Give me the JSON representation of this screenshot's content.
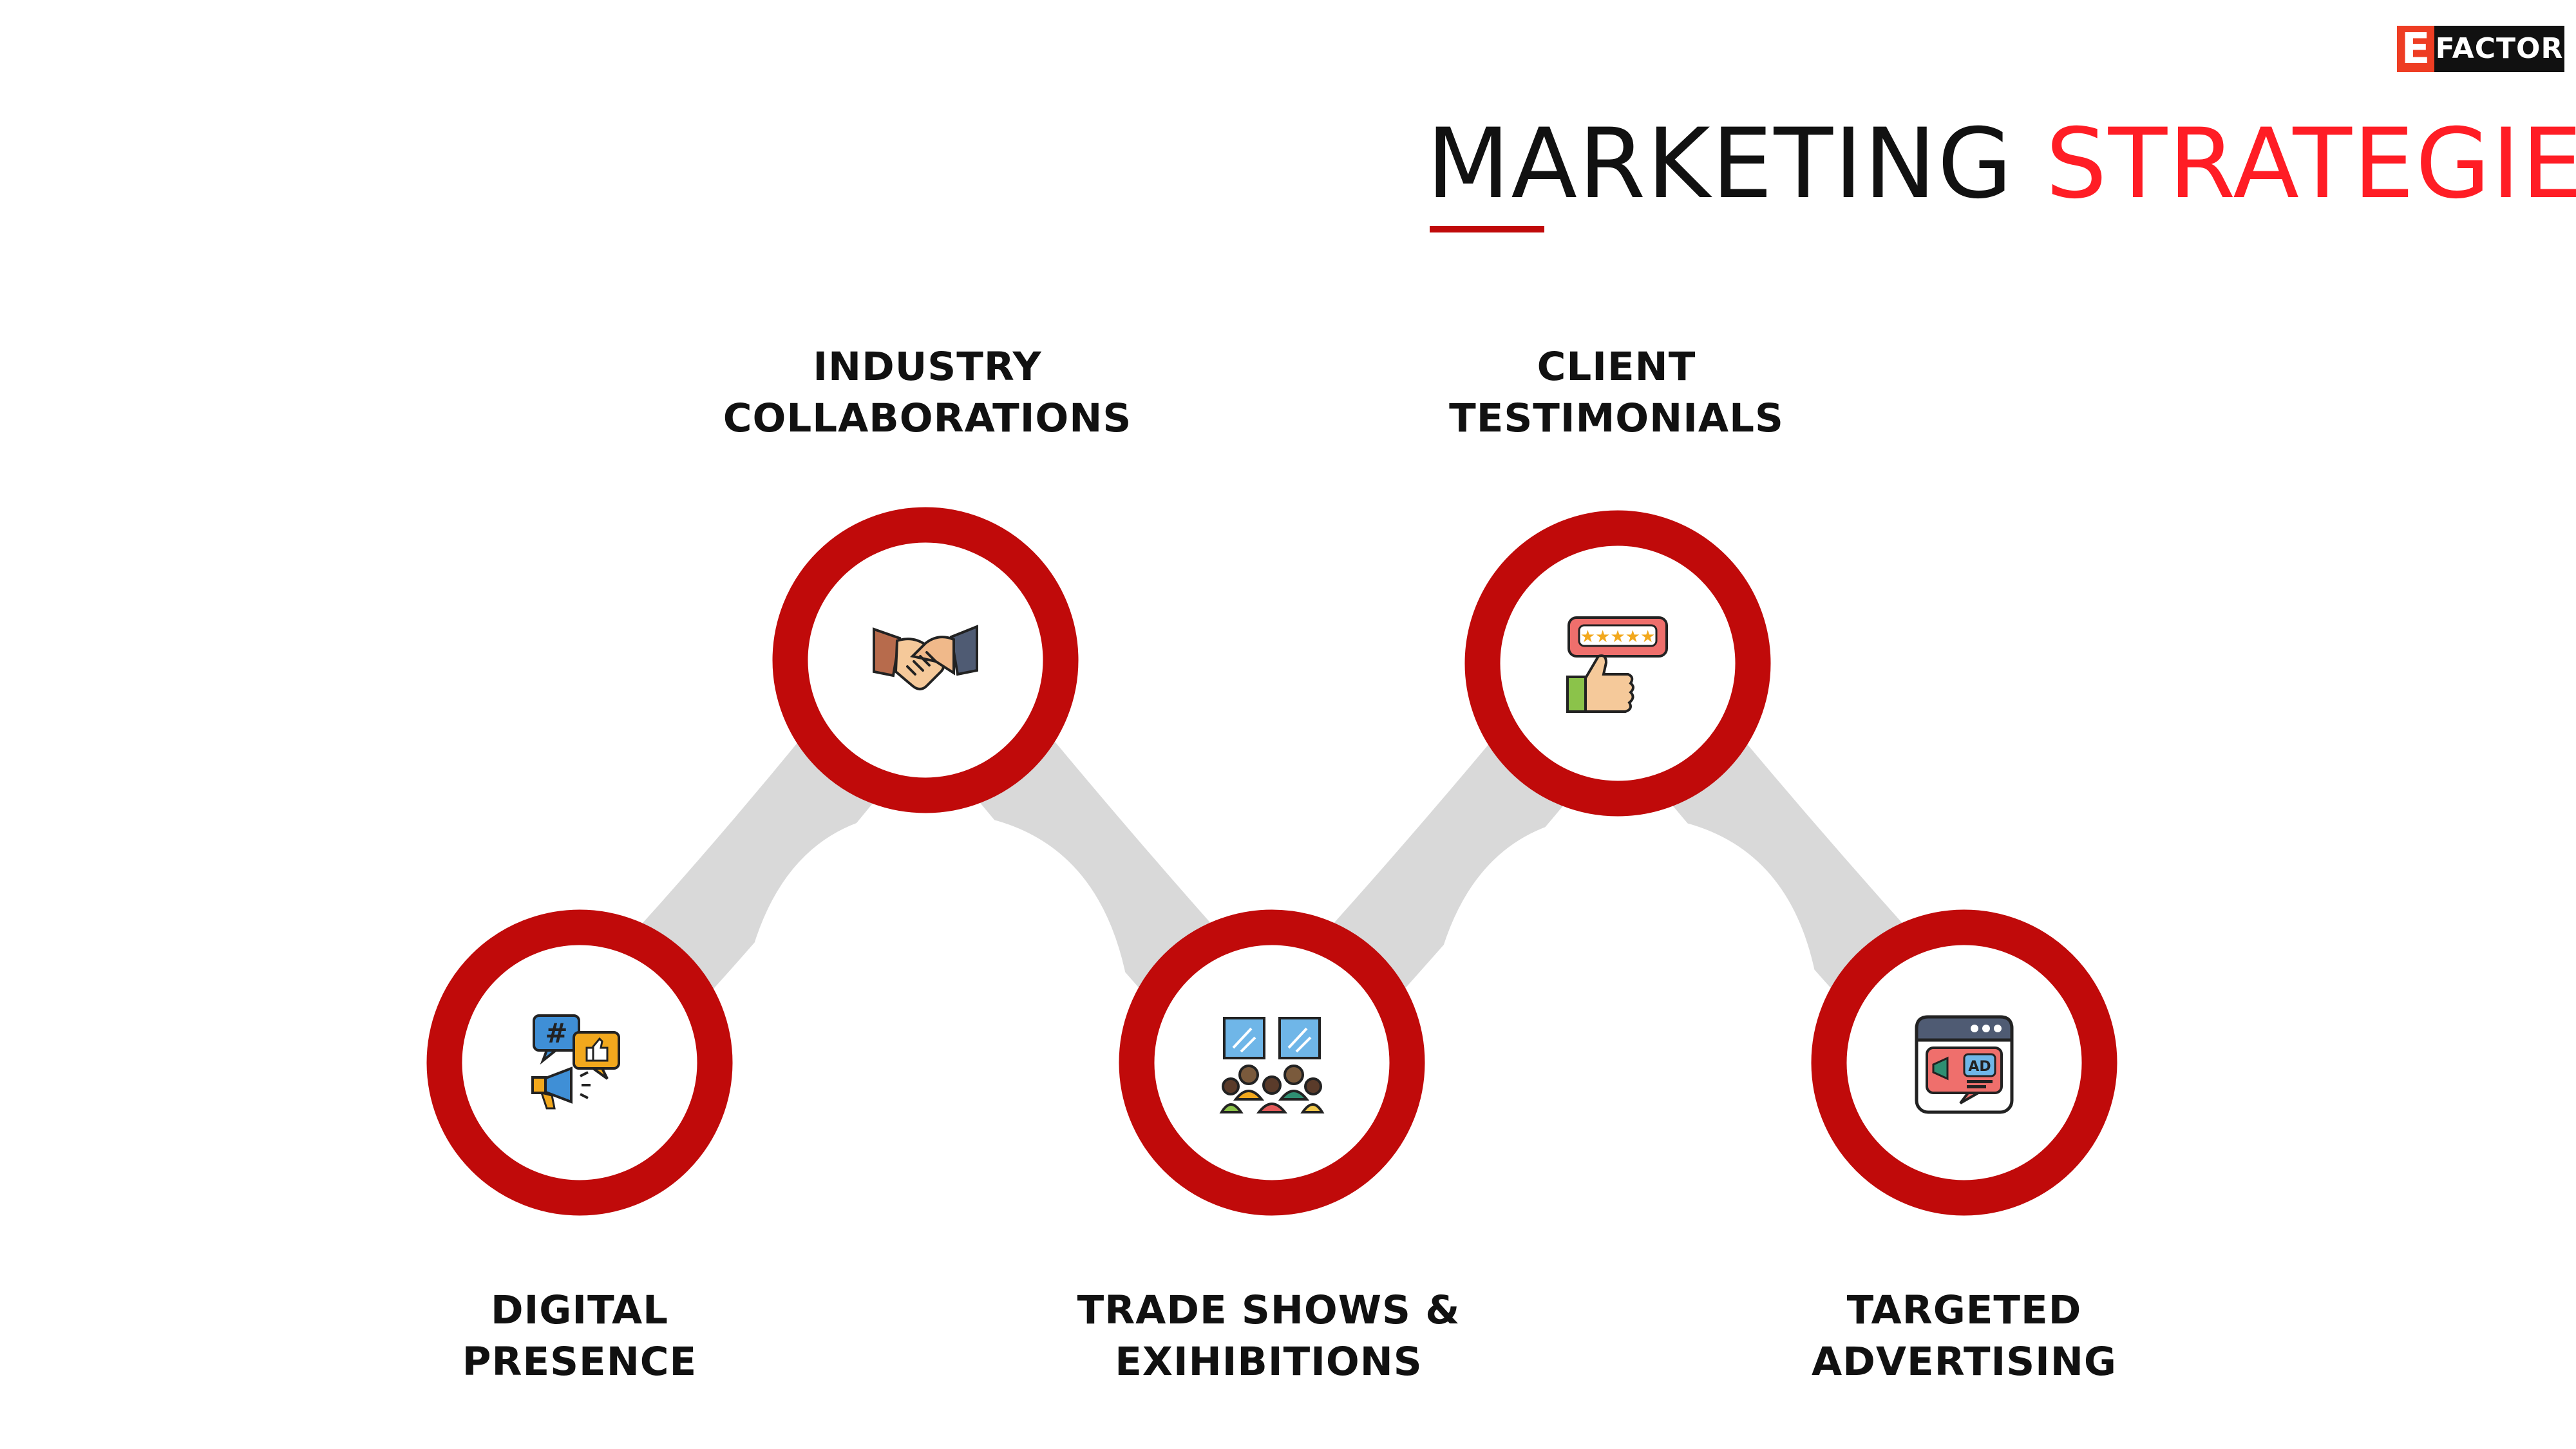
{
  "brand": {
    "logo_text": "EFACTOR"
  },
  "title": {
    "part1": "MARKETING",
    "part2": "STRATEGIES"
  },
  "colors": {
    "accent": "#ff1d25",
    "ring": "#c00a0a",
    "connector": "#d9d9d9",
    "logo_orange": "#ee3d23",
    "text": "#111111"
  },
  "steps": [
    {
      "line1": "DIGITAL",
      "line2": "PRESENCE",
      "icon": "social-media-megaphone-icon"
    },
    {
      "line1": "INDUSTRY",
      "line2": "COLLABORATIONS",
      "icon": "handshake-icon"
    },
    {
      "line1": "TRADE SHOWS &",
      "line2": "EXIHIBITIONS",
      "icon": "trade-show-audience-icon"
    },
    {
      "line1": "CLIENT",
      "line2": "TESTIMONIALS",
      "icon": "rating-thumbs-up-icon"
    },
    {
      "line1": "TARGETED",
      "line2": "ADVERTISING",
      "icon": "ad-browser-icon"
    }
  ]
}
